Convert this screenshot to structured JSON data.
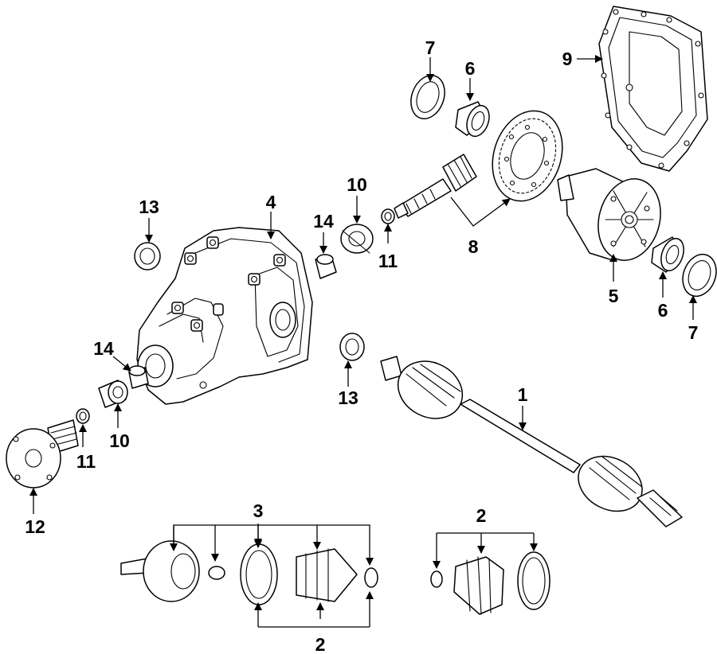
{
  "callouts": {
    "c1": "1",
    "c2_bottom": "2",
    "c2_right": "2",
    "c3": "3",
    "c4": "4",
    "c5": "5",
    "c6_top": "6",
    "c6_bottom": "6",
    "c7_top": "7",
    "c7_bottom": "7",
    "c8": "8",
    "c9": "9",
    "c10_top": "10",
    "c10_bottom": "10",
    "c11_top": "11",
    "c11_bottom": "11",
    "c12": "12",
    "c13_top": "13",
    "c13_bottom": "13",
    "c14_top": "14",
    "c14_bottom": "14"
  },
  "colors": {
    "line": "#000000",
    "background": "#ffffff"
  }
}
